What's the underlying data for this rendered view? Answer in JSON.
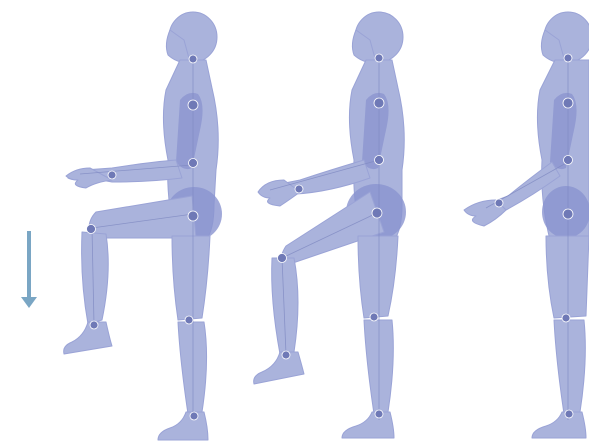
{
  "figure": {
    "frames": [
      {
        "id": "pose-1",
        "motion": "knee-raise-high"
      },
      {
        "id": "pose-2",
        "motion": "knee-raise-mid"
      },
      {
        "id": "pose-3",
        "motion": "stand-arm-forward"
      }
    ],
    "arrow": {
      "direction": "down",
      "icon": "down-arrow-icon"
    }
  },
  "colors": {
    "body": "#aab3dc",
    "dark": "#8a93cf",
    "outline": "#9aa3d6",
    "line": "#7f89c2",
    "joint": "#6f79b6",
    "arrow": "#7aa6c4",
    "background": "#ffffff"
  }
}
